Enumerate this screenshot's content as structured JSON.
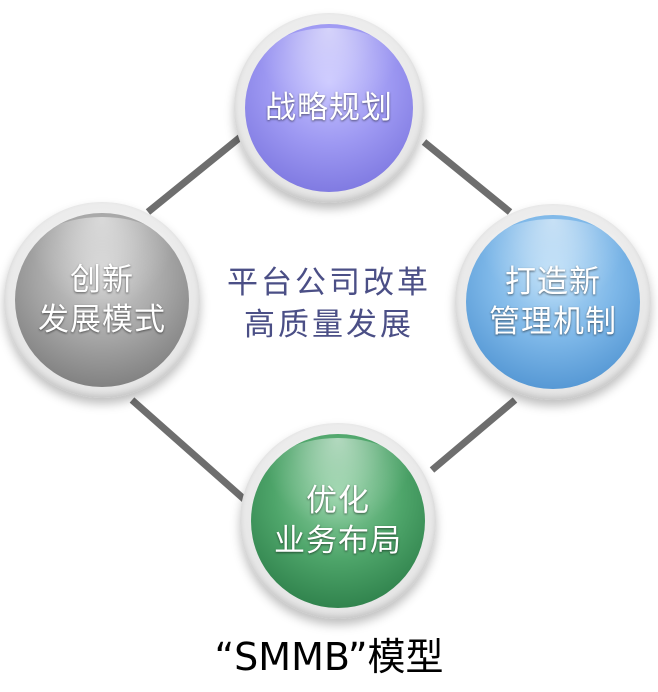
{
  "diagram": {
    "nodes": {
      "top": {
        "label": "战略规划"
      },
      "right": {
        "line1": "打造新",
        "line2": "管理机制"
      },
      "bottom": {
        "line1": "优化",
        "line2": "业务布局"
      },
      "left": {
        "line1": "创新",
        "line2": "发展模式"
      }
    },
    "center": {
      "line1": "平台公司改革",
      "line2": "高质量发展"
    },
    "caption": "“SMMB”模型"
  },
  "colors": {
    "top_node": "#9d98f2",
    "right_node": "#7db7e8",
    "bottom_node": "#4ea56a",
    "left_node": "#a6a6a6",
    "center_text": "#4b4f86",
    "connector": "#6e6e6e"
  }
}
